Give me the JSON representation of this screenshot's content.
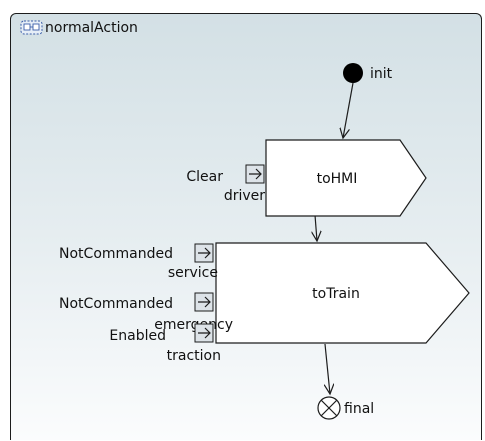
{
  "activity": {
    "title": "normalAction"
  },
  "nodes": {
    "initial": {
      "label": "init"
    },
    "final": {
      "label": "final"
    },
    "to_hmi": {
      "label": "toHMI"
    },
    "to_train": {
      "label": "toTrain"
    }
  },
  "pins": {
    "driver": {
      "value": "Clear",
      "name": "driver"
    },
    "service": {
      "value": "NotCommanded",
      "name": "service"
    },
    "emergency": {
      "value": "NotCommanded",
      "name": "emergency"
    },
    "traction": {
      "value": "Enabled",
      "name": "traction"
    }
  },
  "colors": {
    "node_fill": "#ffffff",
    "stroke": "#1c1c1c",
    "pin_fill": "#dde3e8",
    "background_top": "#d3e0e5",
    "background_bottom": "#fbfcfd"
  }
}
